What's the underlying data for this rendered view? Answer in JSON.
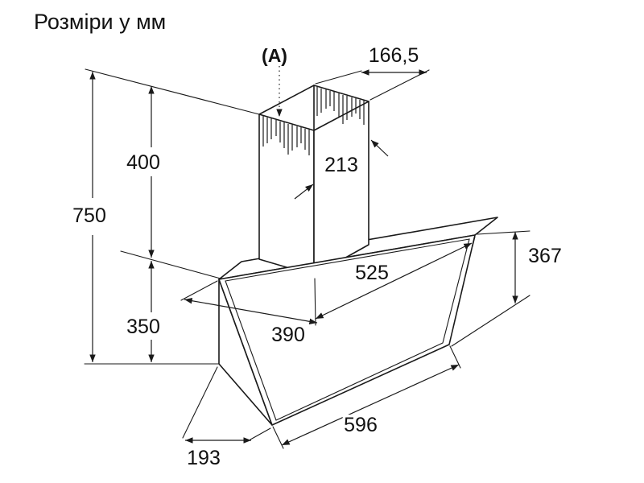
{
  "title": "Розміри у мм",
  "labels": {
    "marker_a": "(A)",
    "chimney_top_depth": "166,5",
    "chimney_width": "213",
    "upper_height": "400",
    "total_height": "750",
    "lower_height": "350",
    "body_width": "525",
    "mount_width": "390",
    "panel_height": "367",
    "panel_width": "596",
    "bottom_depth": "193"
  },
  "colors": {
    "line": "#1a1a1a",
    "background": "#ffffff"
  }
}
